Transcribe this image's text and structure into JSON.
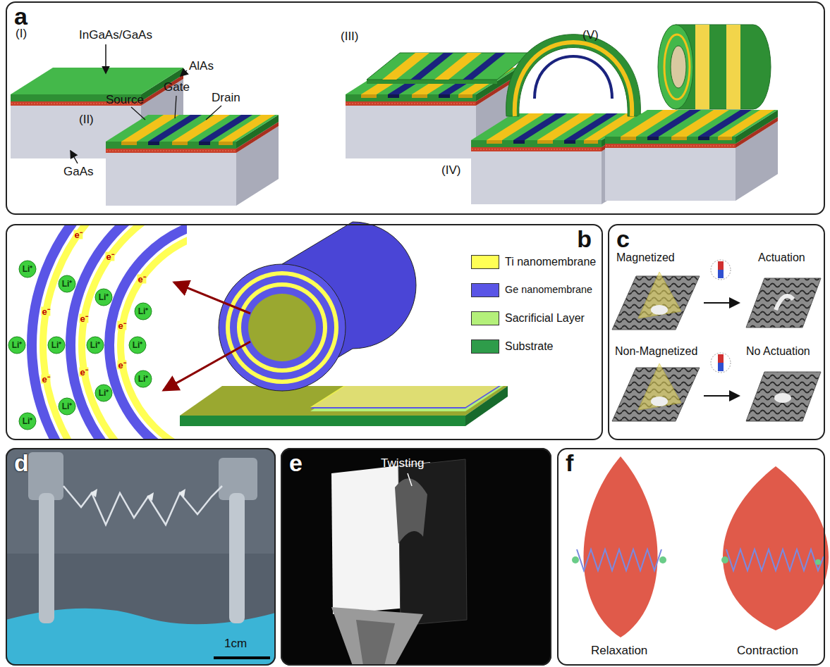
{
  "diagram": {
    "nodes": [
      {
        "text": [
          "a"
        ]
      },
      {
        "text": [
          "b"
        ]
      },
      {
        "text": [
          "c"
        ]
      },
      {
        "text": [
          "d"
        ]
      },
      {
        "text": [
          "e"
        ]
      },
      {
        "text": [
          "f"
        ]
      }
    ],
    "labels": [
      "(I)",
      "InGaAs/GaAs",
      "AlAs",
      "GaAs",
      "(II)",
      "Source",
      "Gate",
      "Drain",
      "(III)",
      "(IV)",
      "(V)",
      "Li⁺",
      "Li⁺",
      "Li⁺",
      "Li⁺",
      "Li⁺",
      "Li⁺",
      "Li⁺",
      "Li⁺",
      "Li⁺",
      "Li⁺",
      "Li⁺",
      "Li⁺",
      "e⁻",
      "e⁻",
      "e⁻",
      "e⁻",
      "e⁻",
      "e⁻",
      "e⁻",
      "e⁻",
      "e⁻",
      "Magnetized",
      "Actuation",
      "Non-Magnetized",
      "No Actuation",
      "1cm",
      "Twisting",
      "Relaxation",
      "Contraction"
    ],
    "legend": [
      {
        "text": "Ti nanomembrane",
        "color": "#ffff55"
      },
      {
        "text": "Ge nanomembrane",
        "color": "#5a55e6"
      },
      {
        "text": "Sacrificial Layer",
        "color": "#b4f07a"
      },
      {
        "text": "Substrate",
        "color": "#2e9c4a"
      }
    ]
  }
}
